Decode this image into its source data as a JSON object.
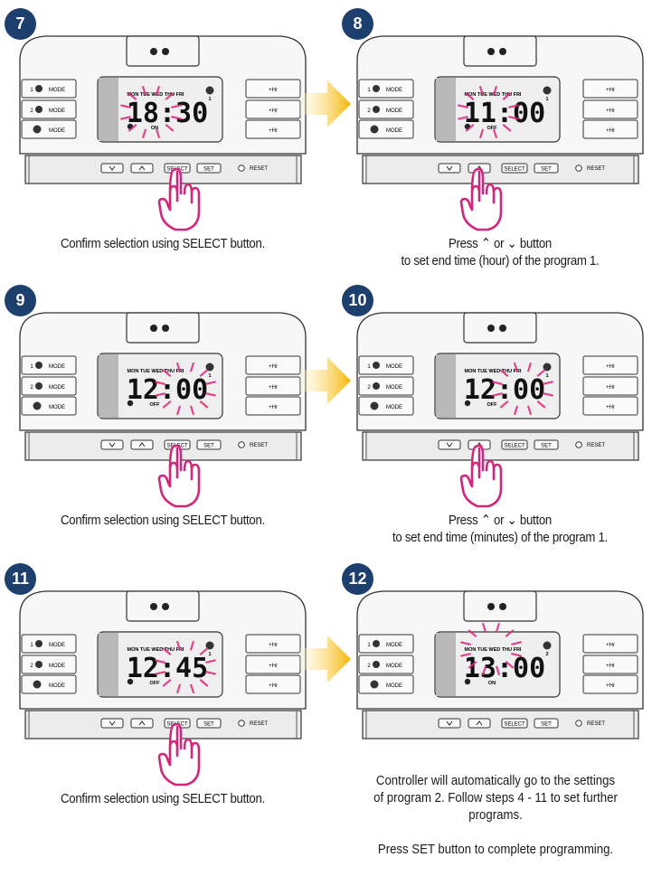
{
  "device_labels": {
    "mode": "MODE",
    "plus_hr": "+Hr",
    "select": "SELECT",
    "set": "SET",
    "reset": "RESET",
    "days": "MON TUE WED THU FRI",
    "on": "ON",
    "off": "OFF",
    "mode_1": "1",
    "mode_2": "2"
  },
  "steps": [
    {
      "number": "7",
      "time": "18:30",
      "status": "ON",
      "caption": [
        "Confirm selection using SELECT button."
      ]
    },
    {
      "number": "8",
      "time": "11:00",
      "status": "OFF",
      "caption_press": "Press",
      "caption_or": "or",
      "caption_button": "button",
      "caption_line2": "to set end time (hour) of the program 1."
    },
    {
      "number": "9",
      "time": "12:00",
      "status": "OFF",
      "caption": [
        "Confirm selection using SELECT button."
      ]
    },
    {
      "number": "10",
      "time": "12:00",
      "status": "OFF",
      "caption_press": "Press",
      "caption_or": "or",
      "caption_button": "button",
      "caption_line2": "to set end time (minutes) of the program 1."
    },
    {
      "number": "11",
      "time": "12:45",
      "status": "OFF",
      "caption": [
        "Confirm selection using SELECT button."
      ]
    },
    {
      "number": "12",
      "time": "13:00",
      "status": "ON",
      "caption": [
        "Controller will automatically go to the settings",
        "of program 2. Follow steps 4 - 11 to set further",
        "programs."
      ],
      "note": "Press SET button to complete programming."
    }
  ],
  "colors": {
    "badge": "#1c3f6e",
    "flash": "#e0257a",
    "arrow": "#f5b800",
    "hand": "#d6247b"
  }
}
